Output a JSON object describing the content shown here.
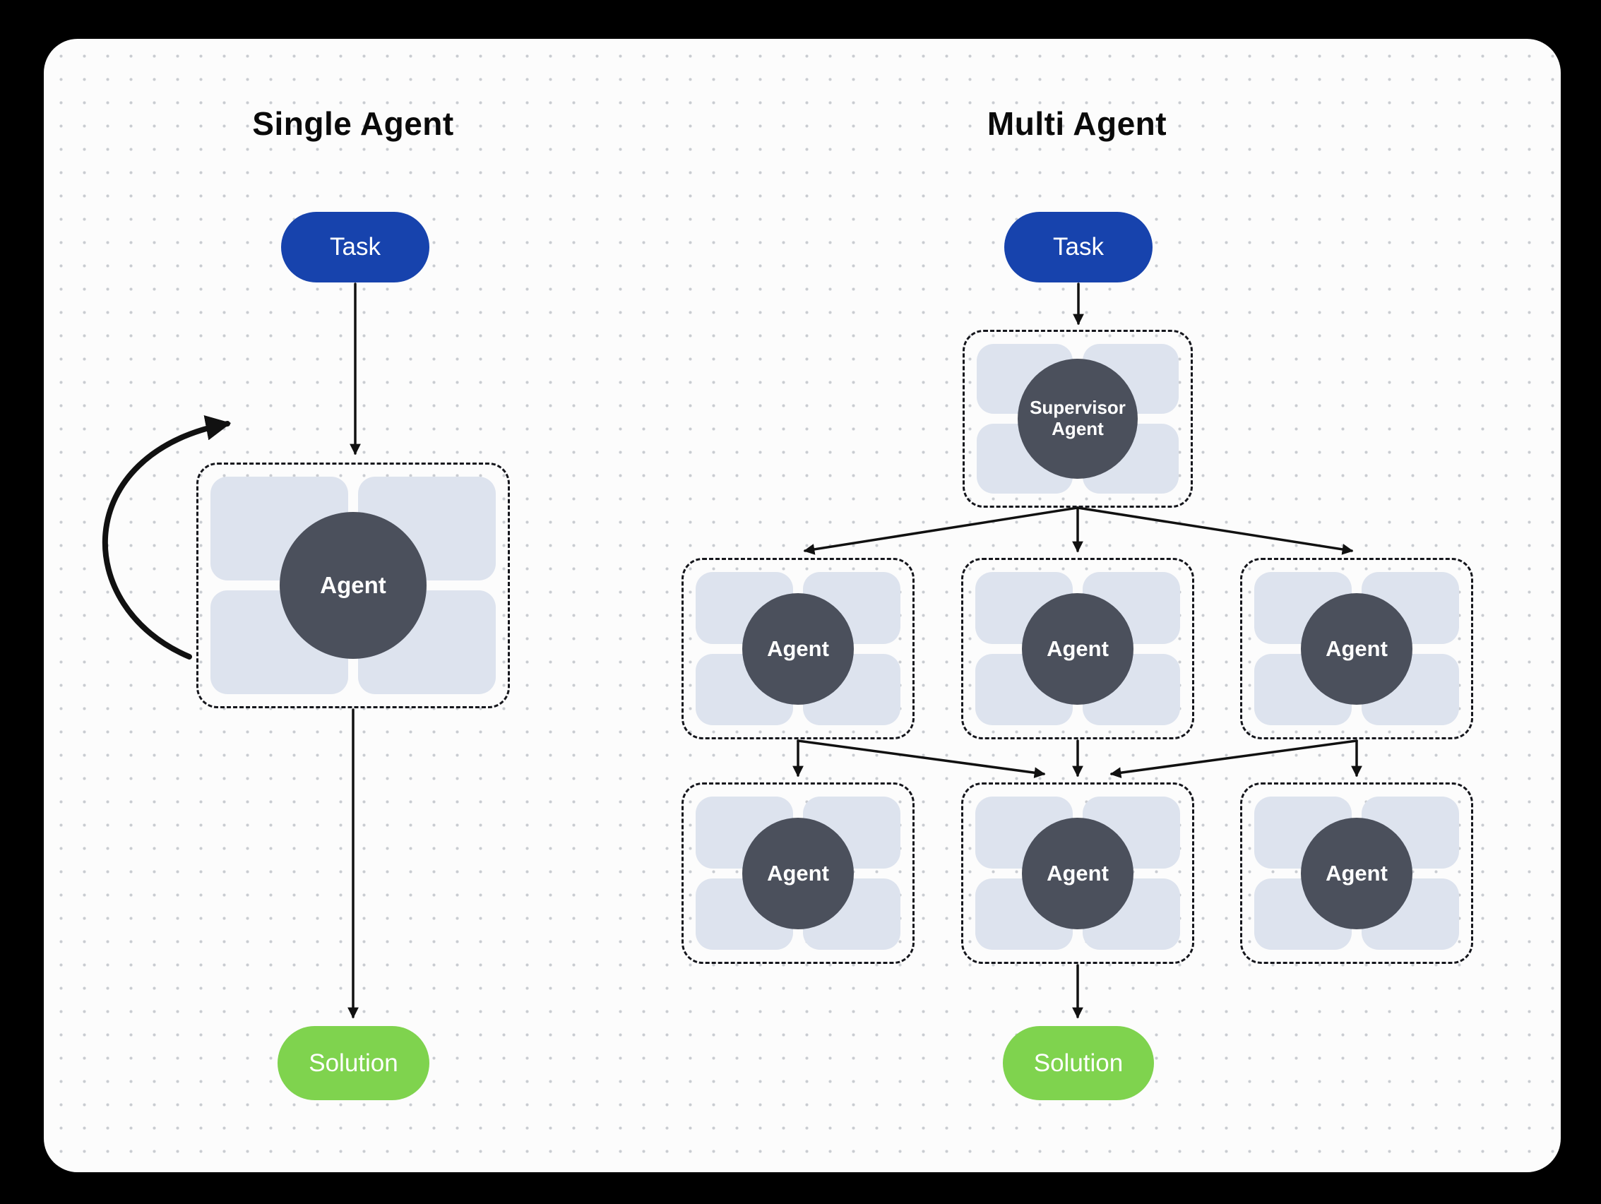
{
  "left_panel": {
    "title": "Single Agent",
    "task": "Task",
    "agent": "Agent",
    "solution": "Solution"
  },
  "right_panel": {
    "title": "Multi Agent",
    "task": "Task",
    "supervisor": "Supervisor Agent",
    "row1": [
      "Agent",
      "Agent",
      "Agent"
    ],
    "row2": [
      "Agent",
      "Agent",
      "Agent"
    ],
    "solution": "Solution"
  },
  "colors": {
    "page_bg": "#000000",
    "card_bg": "#fcfcfc",
    "dot_color": "#c9ccd1",
    "task_fill": "#1743ad",
    "solution_fill": "#7fd34e",
    "tile_fill": "#dde3ee",
    "circle_fill": "#4b505c",
    "border_color": "#15161c",
    "arrow_color": "#111111"
  }
}
